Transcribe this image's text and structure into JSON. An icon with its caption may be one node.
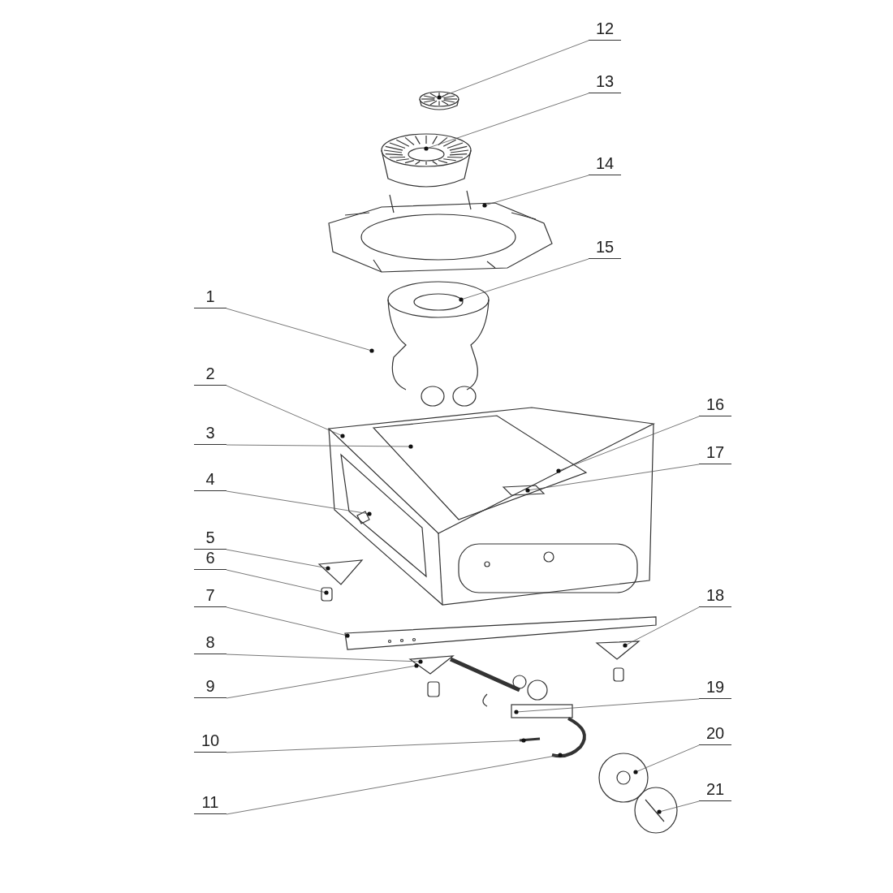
{
  "diagram": {
    "nodes": [
      {
        "text": [
          "1"
        ]
      },
      {
        "text": [
          "2"
        ]
      },
      {
        "text": [
          "3"
        ]
      },
      {
        "text": [
          "4"
        ]
      },
      {
        "text": [
          "5"
        ]
      },
      {
        "text": [
          "6"
        ]
      },
      {
        "text": [
          "7"
        ]
      },
      {
        "text": [
          "8"
        ]
      },
      {
        "text": [
          "9"
        ]
      },
      {
        "text": [
          "10"
        ]
      },
      {
        "text": [
          "11"
        ]
      },
      {
        "text": [
          "12"
        ]
      },
      {
        "text": [
          "13"
        ]
      },
      {
        "text": [
          "14"
        ]
      },
      {
        "text": [
          "15"
        ]
      },
      {
        "text": [
          "16"
        ]
      },
      {
        "text": [
          "17"
        ]
      },
      {
        "text": [
          "18"
        ]
      },
      {
        "text": [
          "19"
        ]
      },
      {
        "text": [
          "20"
        ]
      },
      {
        "text": [
          "21"
        ]
      }
    ],
    "edges": [
      {
        "from": 0,
        "to": null,
        "arrow": "other"
      },
      {
        "from": 1,
        "to": null,
        "arrow": "other"
      },
      {
        "from": 2,
        "to": null,
        "arrow": "other"
      },
      {
        "from": 3,
        "to": null,
        "arrow": "other"
      },
      {
        "from": 4,
        "to": null,
        "arrow": "other"
      },
      {
        "from": 5,
        "to": null,
        "arrow": "other"
      },
      {
        "from": 6,
        "to": null,
        "arrow": "other"
      },
      {
        "from": 7,
        "to": null,
        "arrow": "other"
      },
      {
        "from": 8,
        "to": null,
        "arrow": "other"
      },
      {
        "from": 9,
        "to": null,
        "arrow": "other"
      },
      {
        "from": 10,
        "to": null,
        "arrow": "other"
      },
      {
        "from": 11,
        "to": null,
        "arrow": "other"
      },
      {
        "from": 12,
        "to": null,
        "arrow": "other"
      },
      {
        "from": 13,
        "to": null,
        "arrow": "other"
      },
      {
        "from": 14,
        "to": null,
        "arrow": "other"
      },
      {
        "from": 15,
        "to": null,
        "arrow": "other"
      },
      {
        "from": 16,
        "to": null,
        "arrow": "other"
      },
      {
        "from": 17,
        "to": null,
        "arrow": "other"
      },
      {
        "from": 18,
        "to": null,
        "arrow": "other"
      },
      {
        "from": 19,
        "to": null,
        "arrow": "other"
      },
      {
        "from": 20,
        "to": null,
        "arrow": "other"
      }
    ]
  }
}
